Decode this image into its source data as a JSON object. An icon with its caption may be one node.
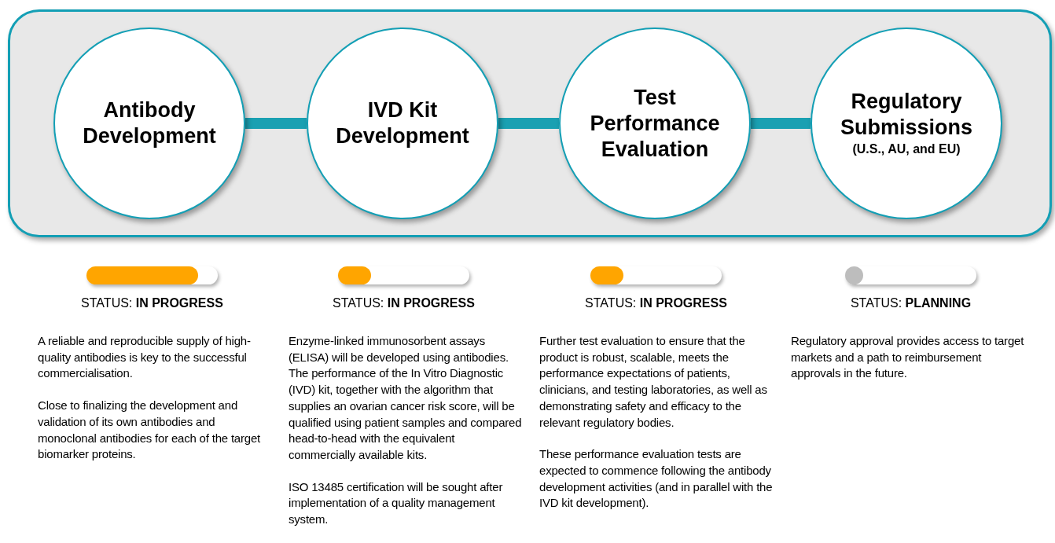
{
  "diagram": {
    "nodes": [
      {
        "text": [],
        "shape": "box"
      },
      {
        "text": [
          "Antibody Development"
        ],
        "in": 0
      },
      {
        "text": [
          "IVD Kit Development"
        ],
        "in": 0
      },
      {
        "text": [
          "Test Performance Evaluation"
        ],
        "in": 0
      },
      {
        "text": [
          "Regulatory Submissions",
          "(U.S., AU, and EU)"
        ],
        "in": 0
      }
    ],
    "edges": [
      {
        "from": 1,
        "to": 2,
        "arrow": "none"
      },
      {
        "from": 2,
        "to": 3,
        "arrow": "none"
      },
      {
        "from": 3,
        "to": 4,
        "arrow": "none"
      }
    ],
    "labels": [
      "STATUS: **IN PROGRESS**",
      "STATUS: **IN PROGRESS**",
      "STATUS: **IN PROGRESS**",
      "STATUS: **PLANNING**",
      "A reliable and reproducible supply of high-quality antibodies is key to the successful commercialisation.",
      "Close to finalizing the development and validation of its own antibodies and monoclonal antibodies for each of the target biomarker proteins.",
      "Enzyme-linked immunosorbent assays (ELISA) will be developed using antibodies. The performance of the In Vitro Diagnostic (IVD) kit, together with the algorithm that supplies an ovarian cancer risk score, will be qualified using patient samples and compared head-to-head with the equivalent commercially available kits.",
      "ISO 13485 certification will be sought after implementation of a quality management system.",
      "Further test evaluation to ensure that the product is robust, scalable, meets the performance expectations of patients, clinicians, and testing laboratories, as well as demonstrating safety and efficacy to the relevant regulatory bodies.",
      "These performance evaluation tests are expected to commence following the antibody development activities (and in parallel with the IVD kit development).",
      "Regulatory approval provides access to target markets and a path to reimbursement approvals in the future."
    ]
  }
}
